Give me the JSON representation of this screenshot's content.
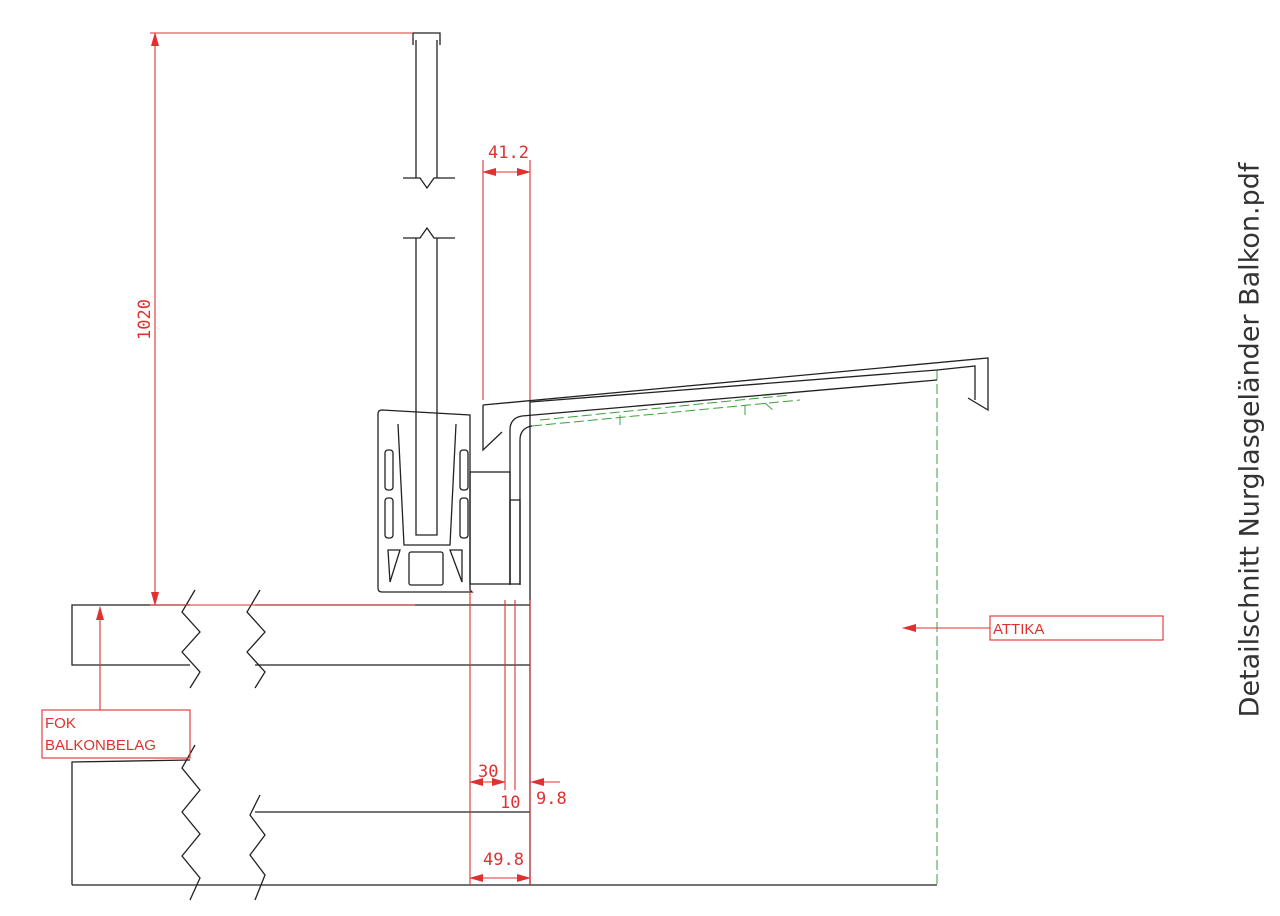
{
  "title": "Detailschnitt Nurglasgeländer Balkon.pdf",
  "dimensions": {
    "height": "1020",
    "cap_overhang": "41.2",
    "d30": "30",
    "d10": "10",
    "d9_8": "9.8",
    "d49_8": "49.8"
  },
  "labels": {
    "fok_line1": "FOK",
    "fok_line2": "BALKONBELAG",
    "attika": "ATTIKA"
  },
  "colors": {
    "dimension": "#e03030",
    "line": "#222222",
    "hidden": "#3aa03a"
  }
}
